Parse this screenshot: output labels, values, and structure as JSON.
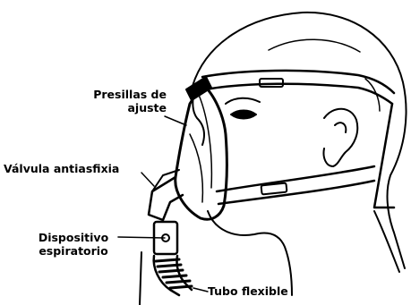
{
  "labels": {
    "presillas": {
      "line1": "Presillas de",
      "line2": "ajuste"
    },
    "valvula": "Válvula antiasfixia",
    "dispositivo": {
      "line1": "Dispositivo",
      "line2": "espiratorio"
    },
    "tubo": "Tubo flexible"
  },
  "colors": {
    "ink": "#000000",
    "paper": "#ffffff"
  }
}
